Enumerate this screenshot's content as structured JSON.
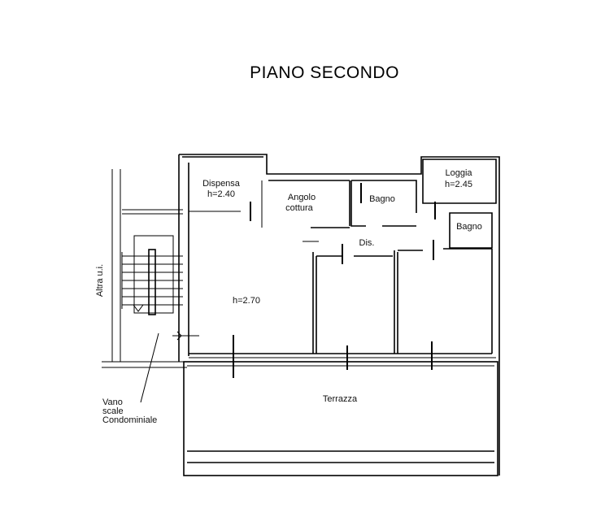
{
  "title": "PIANO SECONDO",
  "rooms": {
    "dispensa": {
      "name": "Dispensa",
      "height": "h=2.40"
    },
    "angolo_cottura": {
      "line1": "Angolo",
      "line2": "cottura"
    },
    "bagno_1": "Bagno",
    "loggia": {
      "name": "Loggia",
      "height": "h=2.45"
    },
    "bagno_2": "Bagno",
    "disimpegno": "Dis.",
    "soggiorno_height": "h=2.70",
    "terrazza": "Terrazza"
  },
  "labels": {
    "altra_ui": "Altra u.i.",
    "vano_scale": [
      "Vano",
      "scale",
      "Condominiale"
    ]
  }
}
